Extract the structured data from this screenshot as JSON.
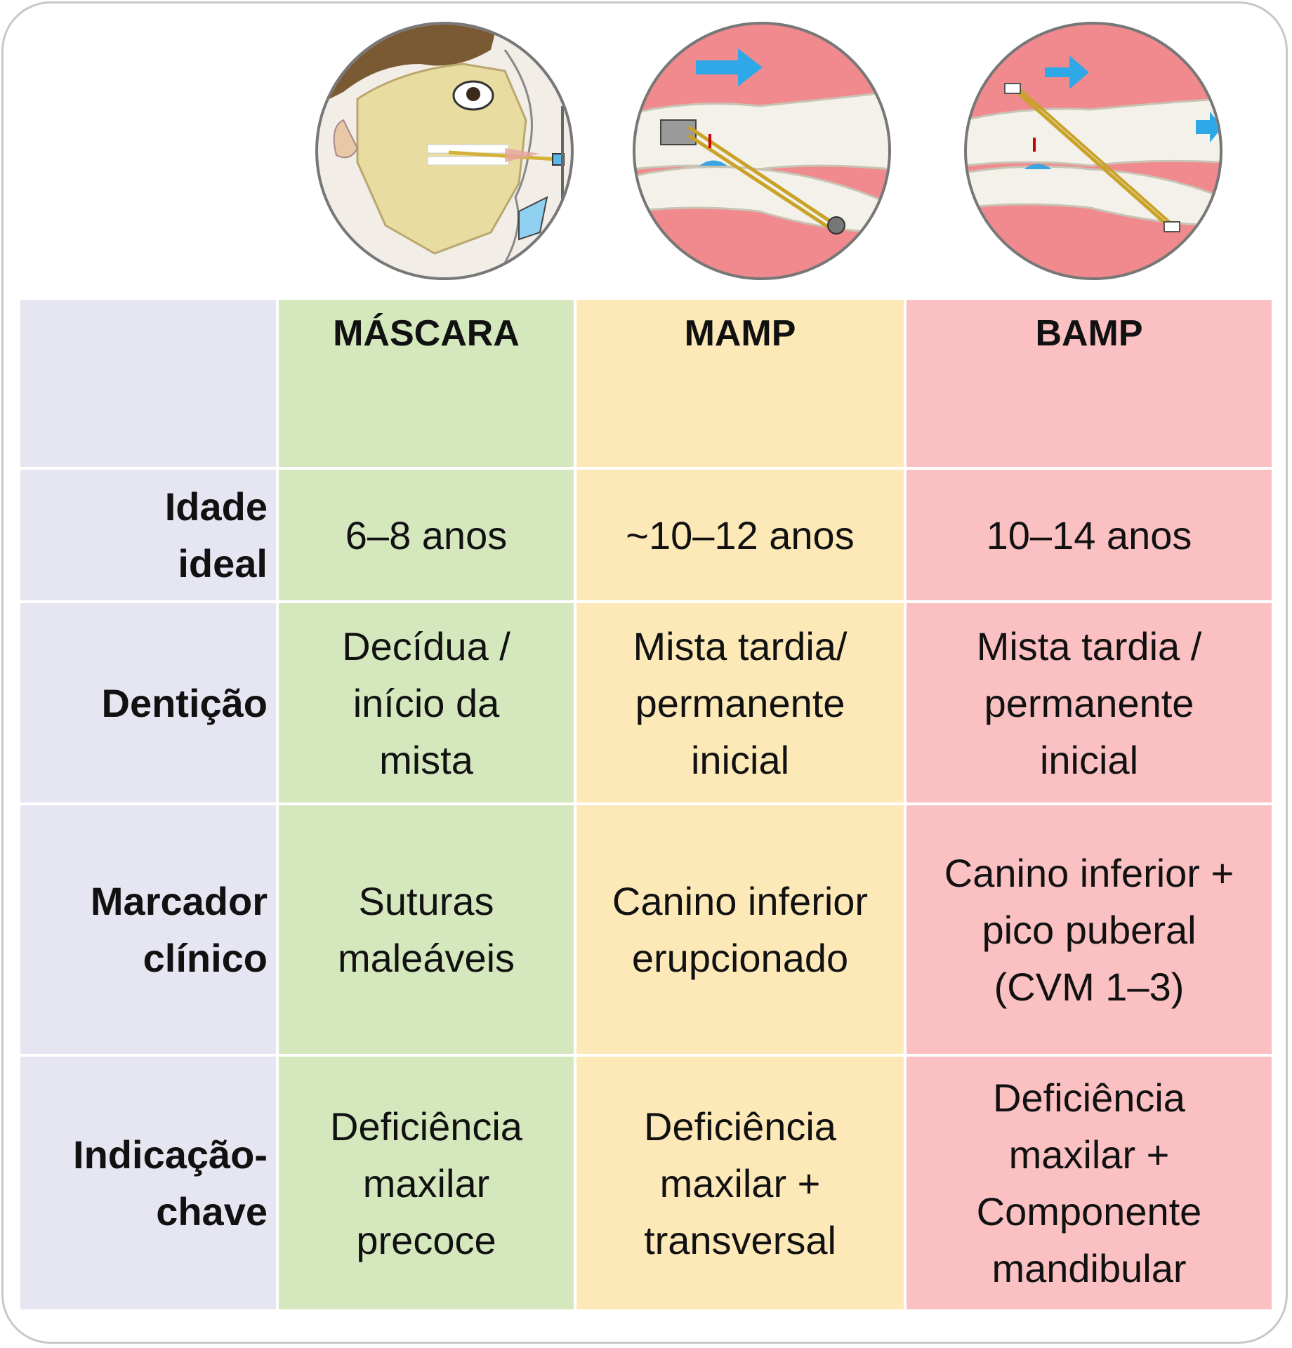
{
  "columns": [
    {
      "title": "MÁSCARA",
      "color": "#d5e8bd",
      "illustration": "facemask-skull-illustration"
    },
    {
      "title": "MAMP",
      "color": "#fde9b8",
      "illustration": "mamp-teeth-elastics-illustration"
    },
    {
      "title": "BAMP",
      "color": "#fac0c2",
      "illustration": "bamp-teeth-elastics-illustration"
    }
  ],
  "rows": [
    {
      "label": "Idade\nideal",
      "values": [
        "6–8 anos",
        "~10–12 anos",
        "10–14 anos"
      ]
    },
    {
      "label": "Dentição",
      "values": [
        "Decídua /\ninício da\nmista",
        "Mista tardia/\npermanente\ninicial",
        "Mista tardia /\npermanente\ninicial"
      ]
    },
    {
      "label": "Marcador\nclínico",
      "values": [
        "Suturas\nmaleáveis",
        "Canino inferior\nerupcionado",
        "Canino inferior +\npico puberal\n(CVM 1–3)"
      ]
    },
    {
      "label": "Indicação-\nchave",
      "values": [
        "Deficiência\nmaxilar\nprecoce",
        "Deficiência\nmaxilar +\ntransversal",
        "Deficiência\nmaxilar +\nComponente\nmandibular"
      ]
    }
  ],
  "colors": {
    "label_bg": "#e6e6f2",
    "arrow": "#2ea8e6",
    "gum": "#f08a8e"
  }
}
